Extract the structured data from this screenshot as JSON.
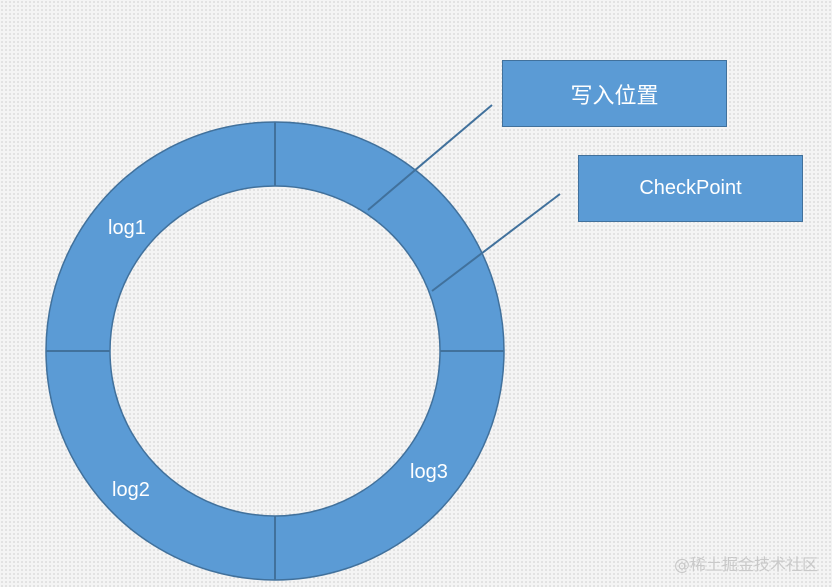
{
  "ring": {
    "fill": "#5b9bd5",
    "stroke": "#41719c",
    "segments": [
      {
        "name": "segment-log1",
        "label": "log1"
      },
      {
        "name": "segment-log2",
        "label": "log2"
      },
      {
        "name": "segment-log3",
        "label": "log3"
      }
    ]
  },
  "callouts": {
    "write_position": "写入位置",
    "checkpoint": "CheckPoint"
  },
  "watermark": "@稀土掘金技术社区",
  "colors": {
    "box_fill": "#5b9bd5",
    "box_border": "#41719c",
    "connector": "#41719c",
    "text": "#ffffff"
  }
}
